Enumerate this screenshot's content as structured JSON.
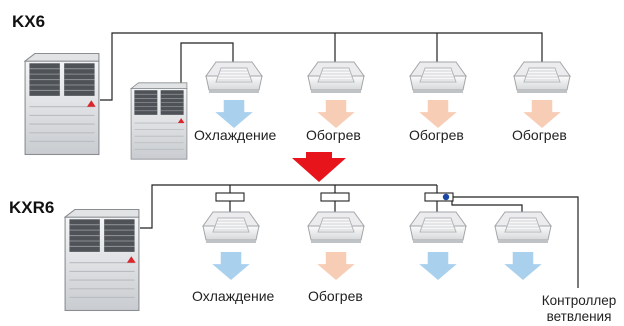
{
  "top_system": {
    "name": "KX6",
    "units": [
      {
        "mode": "Охлаждение",
        "kind": "cooling"
      },
      {
        "mode": "Обогрев",
        "kind": "heating"
      },
      {
        "mode": "Обогрев",
        "kind": "heating"
      },
      {
        "mode": "Обогрев",
        "kind": "heating"
      }
    ]
  },
  "bottom_system": {
    "name": "KXR6",
    "units": [
      {
        "mode": "Охлаждение",
        "kind": "cooling"
      },
      {
        "mode": "Обогрев",
        "kind": "heating"
      },
      {
        "mode": "",
        "kind": "cooling"
      },
      {
        "mode": "",
        "kind": "cooling"
      }
    ],
    "controller_label_line1": "Контроллер",
    "controller_label_line2": "ветвления"
  },
  "colors": {
    "cooling": "#a9d1ee",
    "heating": "#f8cdb6",
    "transition_arrow": "#e8141b",
    "controller_dot": "#1a47a3",
    "pipe": "#222222"
  }
}
